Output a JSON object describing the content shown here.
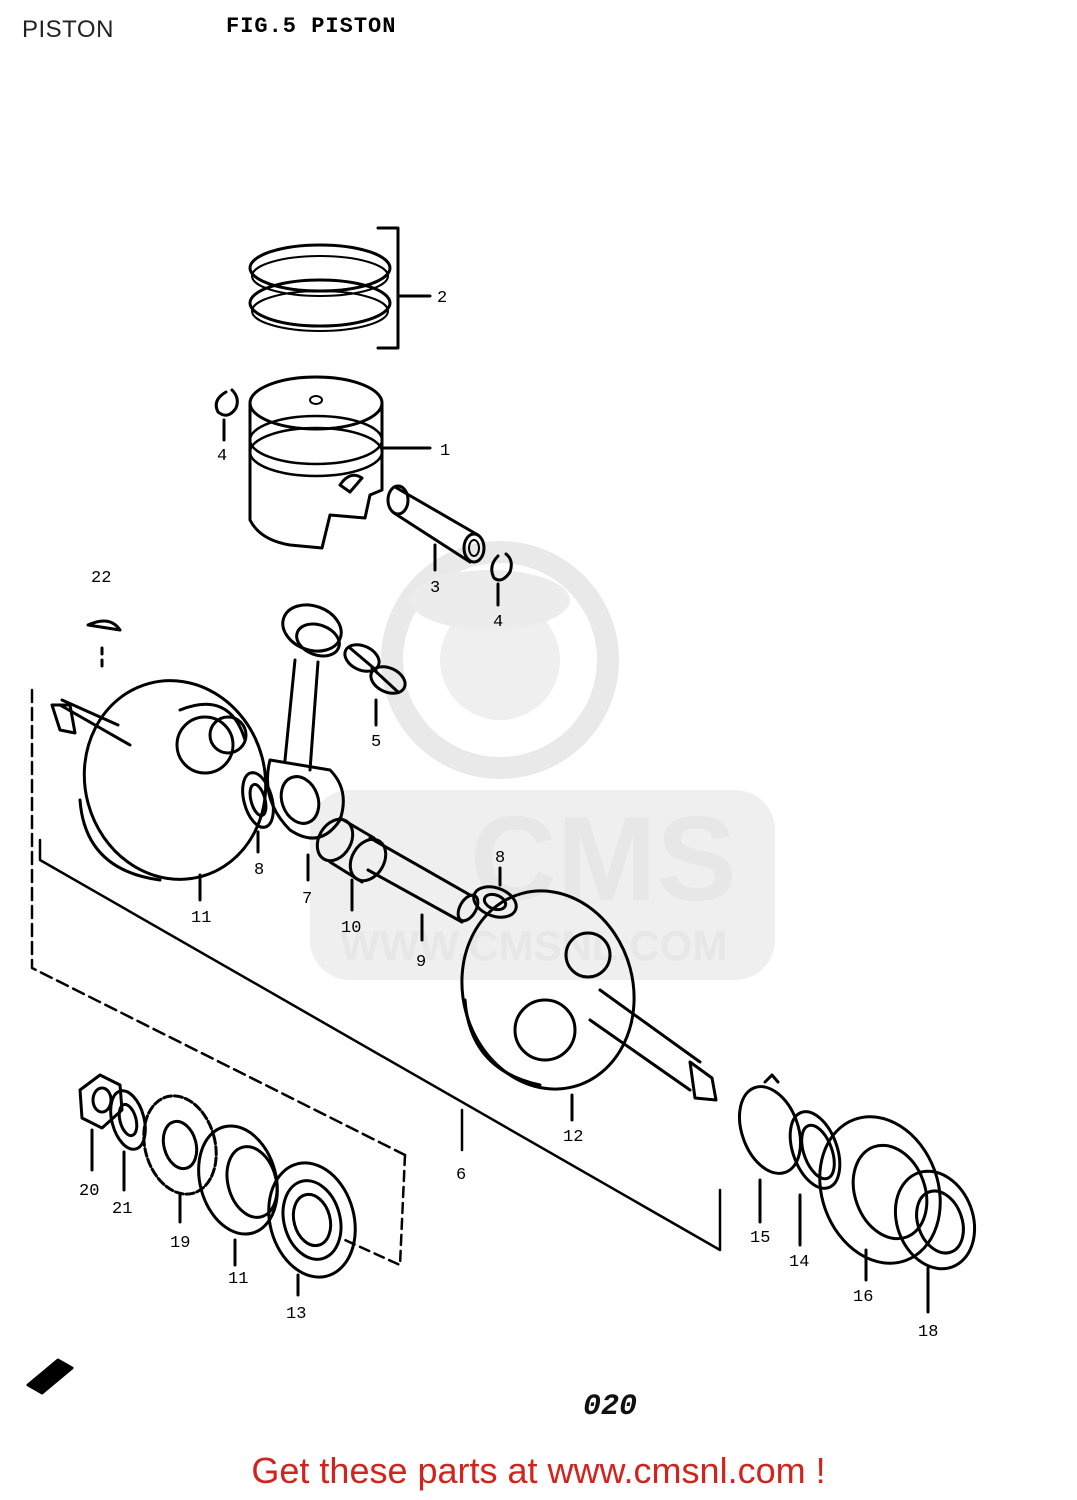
{
  "header": {
    "section_label": "PISTON",
    "figure_title": "FIG.5  PISTON"
  },
  "watermark": {
    "brand": "CMS",
    "url": "WWW.CMSNL.COM"
  },
  "callouts": [
    "1",
    "2",
    "3",
    "4",
    "4",
    "5",
    "6",
    "7",
    "8",
    "8",
    "9",
    "10",
    "11",
    "11",
    "12",
    "13",
    "14",
    "15",
    "16",
    "18",
    "19",
    "20",
    "21",
    "22"
  ],
  "footer": {
    "page_number": "020",
    "cta": "Get these parts at www.cmsnl.com !"
  },
  "colors": {
    "line": "#000000",
    "cta": "#d2231c",
    "watermark": "#e7e7e7"
  }
}
